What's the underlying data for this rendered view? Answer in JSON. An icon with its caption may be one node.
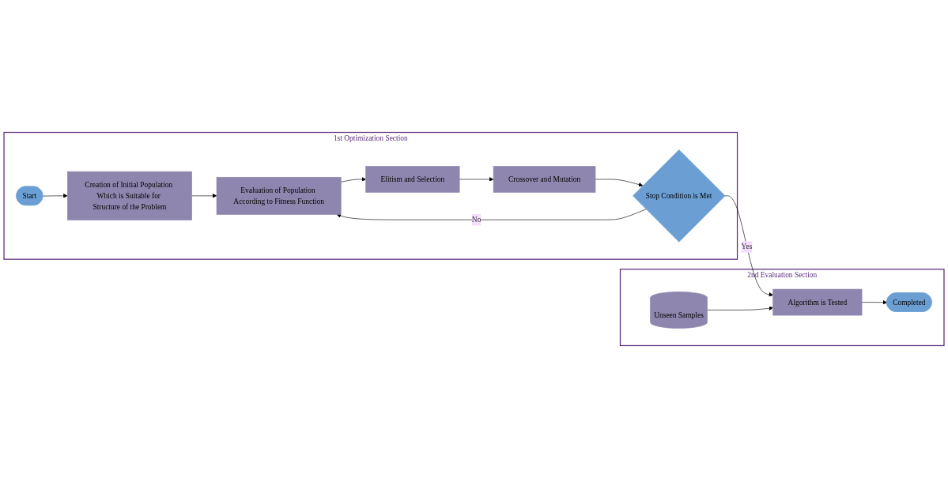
{
  "diagram": {
    "nodes": [
      {
        "text": [
          "1st Optimization Section"
        ]
      },
      {
        "text": [
          "Start"
        ],
        "in": 0
      },
      {
        "text": [
          "Creation of Initial Population Which is Suitable for Structure of the Problem"
        ],
        "in": 0
      },
      {
        "text": [
          "Evaluation of Population According to Fitness Function"
        ],
        "in": 0
      },
      {
        "text": [
          "Elitism and Selection"
        ],
        "in": 0
      },
      {
        "text": [
          "Crossover and Mutation"
        ],
        "in": 0
      },
      {
        "text": [
          "Stop Condition is Met"
        ],
        "in": 0
      },
      {
        "text": [
          "2nd Evaluation Section"
        ]
      },
      {
        "text": [
          "Algorithm is Tested"
        ],
        "in": 7
      },
      {
        "text": [
          "Completed"
        ],
        "in": 7
      },
      {
        "text": [
          "Unseen Samples"
        ],
        "in": 7
      }
    ],
    "edges": [
      {
        "from": 1,
        "to": 2,
        "arrow": "to"
      },
      {
        "from": 2,
        "to": 3,
        "arrow": "to"
      },
      {
        "from": 3,
        "to": 4,
        "arrow": "to"
      },
      {
        "from": 4,
        "to": 5,
        "arrow": "to"
      },
      {
        "from": 5,
        "to": 6,
        "arrow": "to"
      },
      {
        "from": 6,
        "to": 3,
        "label": "No",
        "arrow": "to"
      },
      {
        "from": 6,
        "to": 8,
        "label": "Yes",
        "arrow": "to"
      },
      {
        "from": 8,
        "to": 9,
        "arrow": "to"
      },
      {
        "from": 10,
        "to": 8,
        "arrow": "to"
      }
    ]
  }
}
